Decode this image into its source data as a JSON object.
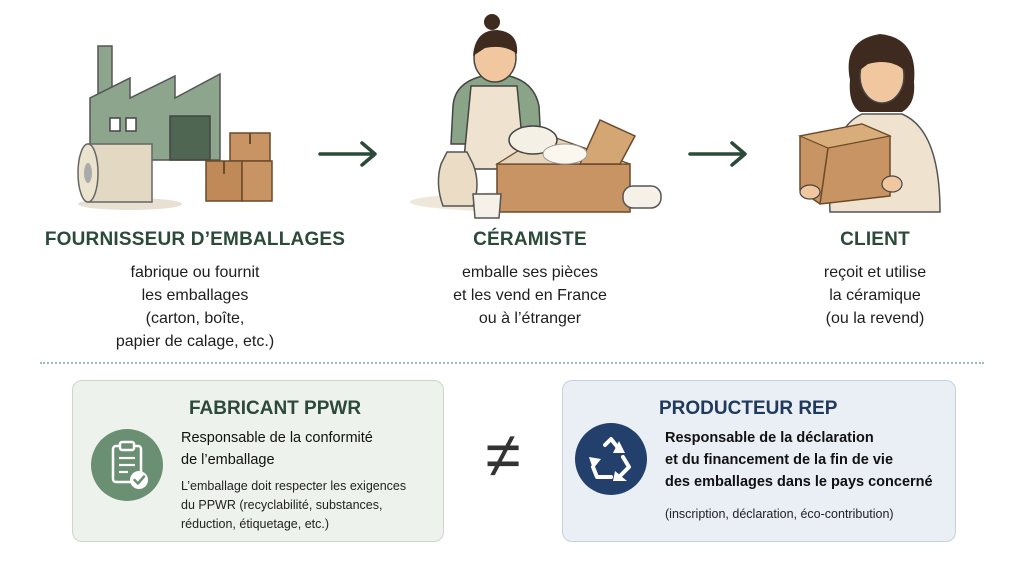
{
  "actors": [
    {
      "title": "FOURNISSEUR D’EMBALLAGES",
      "lines": [
        "fabrique ou fournit",
        "les emballages",
        "(carton, boîte,",
        "papier de calage, etc.)"
      ]
    },
    {
      "title": "CÉRAMISTE",
      "lines": [
        "emballe ses pièces",
        "et les vend en France",
        "ou à l’étranger"
      ]
    },
    {
      "title": "CLIENT",
      "lines": [
        "reçoit et utilise",
        "la céramique",
        "(ou la revend)"
      ]
    }
  ],
  "comparison_symbol": "≠",
  "cards": {
    "ppwr": {
      "title": "FABRICANT PPWR",
      "main": [
        "Responsable de la conformité",
        "de l’emballage"
      ],
      "sub": [
        "L’emballage doit respecter les exigences",
        "du PPWR (recyclabilité, substances,",
        "réduction, étiquetage, etc.)"
      ],
      "icon": "clipboard-check-icon"
    },
    "rep": {
      "title": "PRODUCTEUR REP",
      "main": [
        "Responsable de la déclaration",
        "et du financement de la fin de vie",
        "des emballages dans le pays concerné"
      ],
      "sub": [
        "(inscription, déclaration, éco-contribution)"
      ],
      "icon": "recycle-icon"
    }
  },
  "colors": {
    "green": "#2b4a3a",
    "navy": "#203a5c",
    "sage": "#6b8f72",
    "blue_badge": "#22406b"
  }
}
